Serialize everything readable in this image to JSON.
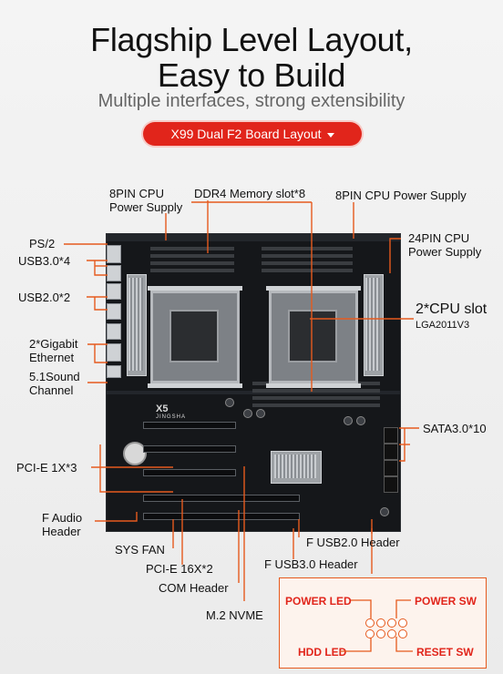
{
  "header": {
    "title_line1": "Flagship Level Layout,",
    "title_line2": "Easy to Build",
    "subtitle": "Multiple interfaces, strong extensibility",
    "badge": "X99 Dual F2 Board Layout"
  },
  "labels": {
    "cpu8pin_left_l1": "8PIN CPU",
    "cpu8pin_left_l2": "Power Supply",
    "ddr4": "DDR4 Memory slot*8",
    "cpu8pin_right": "8PIN CPU Power Supply",
    "ps2": "PS/2",
    "pin24_l1": "24PIN CPU",
    "pin24_l2": "Power Supply",
    "usb30": "USB3.0*4",
    "usb20": "USB2.0*2",
    "cpu_slot": "2*CPU slot",
    "cpu_socket": "LGA2011V3",
    "ethernet_l1": "2*Gigabit",
    "ethernet_l2": "Ethernet",
    "sound_l1": "5.1Sound",
    "sound_l2": "Channel",
    "sata": "SATA3.0*10",
    "pcie1x": "PCI-E 1X*3",
    "faudio_l1": "F Audio",
    "faudio_l2": "Header",
    "fusb20": "F USB2.0 Header",
    "sysfan": "SYS FAN",
    "fusb30": "F USB3.0 Header",
    "pcie16x": "PCI-E 16X*2",
    "com": "COM Header",
    "m2": "M.2 NVME"
  },
  "board": {
    "brand": "X5",
    "brand_sub": "JINGSHA"
  },
  "front_panel": {
    "power_led": "POWER LED",
    "power_sw": "POWER SW",
    "hdd_led": "HDD LED",
    "reset_sw": "RESET SW"
  },
  "colors": {
    "accent": "#e1251b",
    "leader": "#e65a1e",
    "board": "#15171a"
  }
}
